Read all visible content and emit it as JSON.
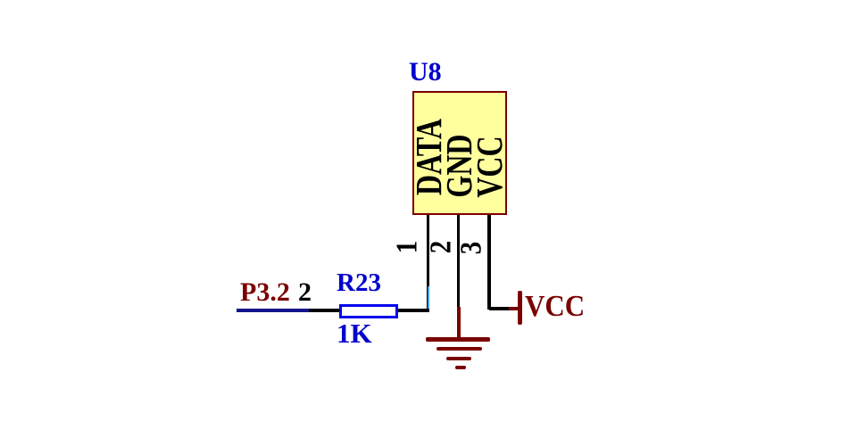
{
  "component": {
    "designator": "U8",
    "pin_names": [
      "DATA",
      "GND",
      "VCC"
    ],
    "pin_numbers": [
      "1",
      "2",
      "3"
    ]
  },
  "resistor": {
    "designator": "R23",
    "value": "1K"
  },
  "net": {
    "label": "P3.2",
    "pin_number": "2"
  },
  "power": {
    "vcc_label": "VCC"
  },
  "colors": {
    "blue": "#0202cc",
    "maroon": "#7a0000",
    "navy": "#14148c",
    "res-blue": "#0404ee",
    "yellow": "#ffff9e",
    "black": "#000000",
    "wire-hl": "#3b9bff"
  }
}
